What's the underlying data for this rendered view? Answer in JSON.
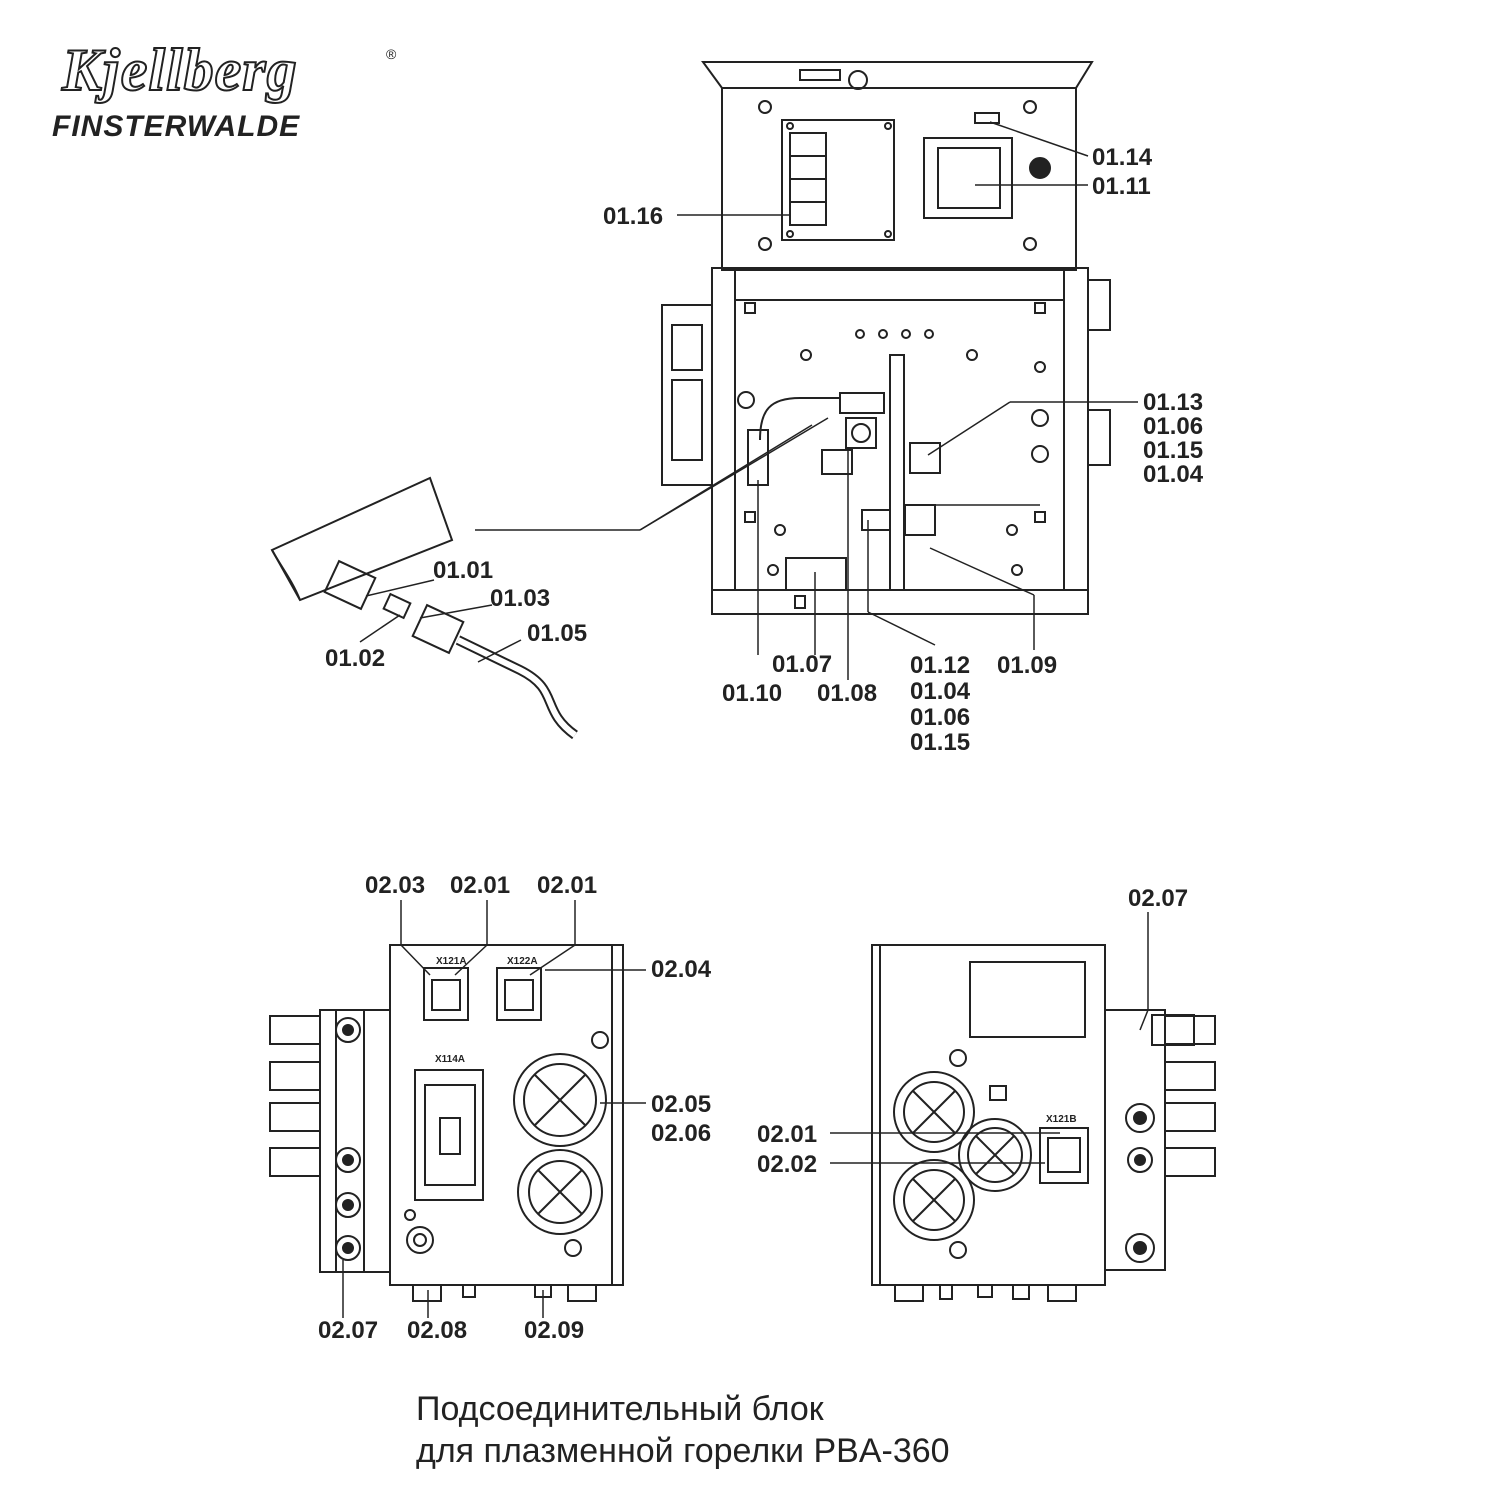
{
  "brand": {
    "name": "Kjellberg",
    "registered": "®",
    "city": "FINSTERWALDE"
  },
  "caption": {
    "line1": "Подсоединительный блок",
    "line2": "для плазменной горелки PBA-360"
  },
  "connector_marks": {
    "x121a": "X121A",
    "x122a": "X122A",
    "x114a": "X114A",
    "x121b": "X121B"
  },
  "labels": {
    "top_01_14": "01.14",
    "top_01_11": "01.11",
    "top_01_16": "01.16",
    "right_01_13": "01.13",
    "right_01_06": "01.06",
    "right_01_15": "01.15",
    "right_01_04": "01.04",
    "l_01_01": "01.01",
    "l_01_03": "01.03",
    "l_01_05": "01.05",
    "l_01_02": "01.02",
    "b_01_07": "01.07",
    "b_01_10": "01.10",
    "b_01_08": "01.08",
    "b_01_12": "01.12",
    "b_01_04": "01.04",
    "b_01_06": "01.06",
    "b_01_15": "01.15",
    "b_01_09": "01.09",
    "l2_02_03": "02.03",
    "l2_02_01a": "02.01",
    "l2_02_01b": "02.01",
    "l2_02_04": "02.04",
    "l2_02_05": "02.05",
    "l2_02_06": "02.06",
    "l2_02_07": "02.07",
    "l2_02_08": "02.08",
    "l2_02_09": "02.09",
    "r2_02_07": "02.07",
    "r2_02_01": "02.01",
    "r2_02_02": "02.02"
  }
}
